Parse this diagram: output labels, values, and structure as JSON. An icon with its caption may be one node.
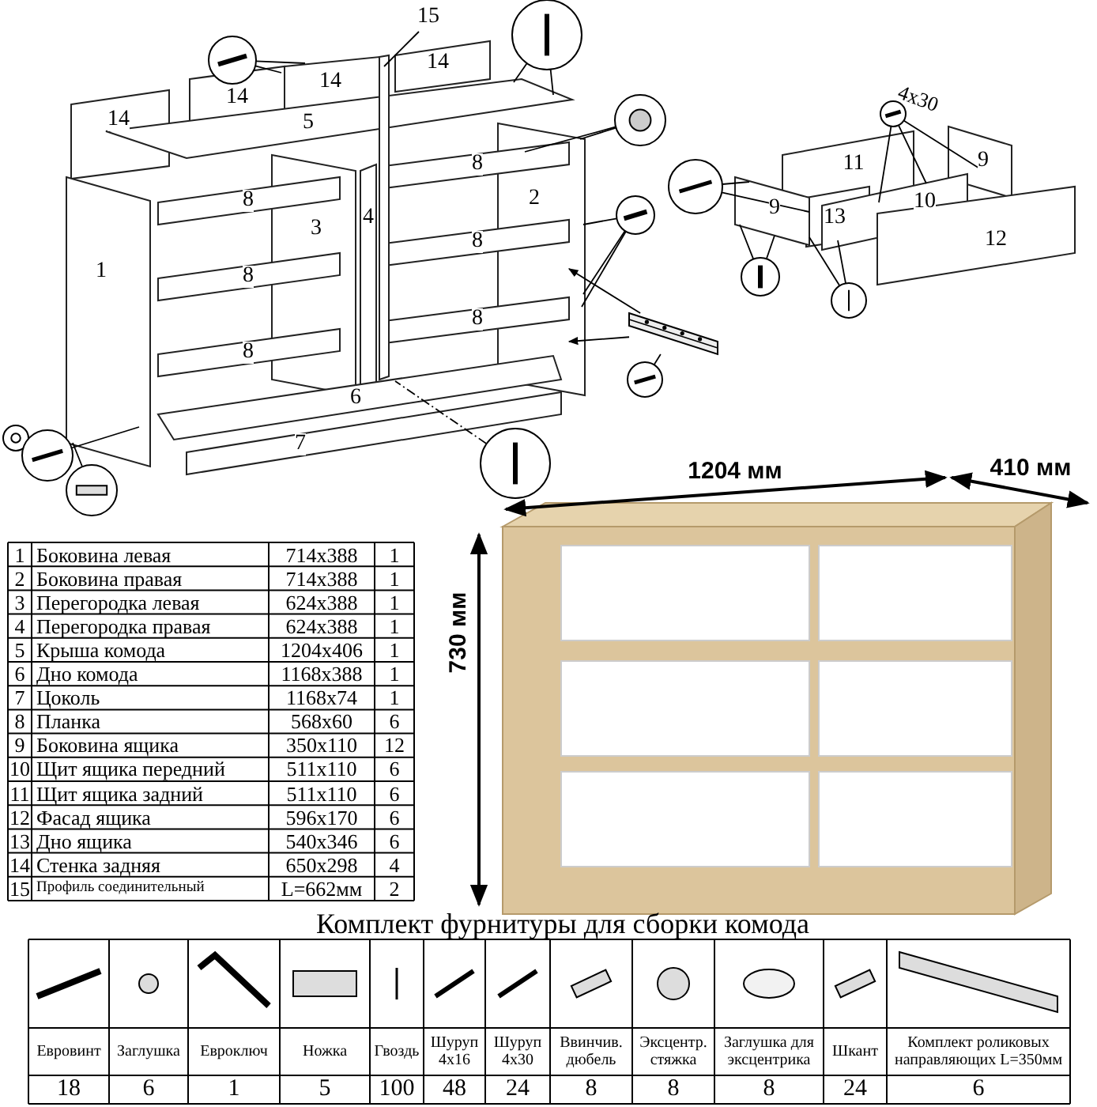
{
  "diagram": {
    "nodes": [
      {
        "text": [],
        "shape": "picture"
      },
      {
        "text": [
          "15"
        ]
      },
      {
        "text": [],
        "shape": "picture"
      },
      {
        "text": [],
        "shape": "picture"
      },
      {
        "text": [],
        "shape": "picture"
      },
      {
        "text": [],
        "shape": "picture"
      },
      {
        "text": [],
        "shape": "picture"
      },
      {
        "text": [],
        "shape": "picture"
      },
      {
        "text": [],
        "shape": "picture"
      },
      {
        "text": [],
        "shape": "picture"
      },
      {
        "text": [],
        "shape": "picture"
      },
      {
        "text": [],
        "shape": "picture"
      },
      {
        "text": [],
        "shape": "picture",
        "beside": [
          "4x30"
        ]
      },
      {
        "text": [],
        "shape": "picture"
      },
      {
        "text": [],
        "shape": "picture"
      },
      {
        "text": [
          "14"
        ]
      },
      {
        "text": [
          "14"
        ]
      },
      {
        "text": [
          "14"
        ]
      },
      {
        "text": [
          "14"
        ]
      },
      {
        "text": [
          "5"
        ]
      },
      {
        "text": [
          "11"
        ]
      },
      {
        "text": [
          "9"
        ]
      },
      {
        "text": [
          "8"
        ]
      },
      {
        "text": [
          "9"
        ]
      },
      {
        "text": [
          "10"
        ]
      },
      {
        "text": [
          "2"
        ]
      },
      {
        "text": [
          "8"
        ]
      },
      {
        "text": [
          "13"
        ]
      },
      {
        "text": [
          "4"
        ]
      },
      {
        "text": [
          "3"
        ]
      },
      {
        "text": [
          "8"
        ]
      },
      {
        "text": [
          "12"
        ]
      },
      {
        "text": [
          "1"
        ]
      },
      {
        "text": [
          "8"
        ]
      },
      {
        "text": [
          "8"
        ]
      },
      {
        "text": [
          "8"
        ]
      },
      {
        "text": [
          "6"
        ]
      },
      {
        "text": [
          "7"
        ]
      },
      {
        "text": [],
        "shape": "bar"
      }
    ],
    "edges": [
      {
        "from": 0,
        "to": 16,
        "arrow": "none"
      },
      {
        "from": 0,
        "to": 17,
        "arrow": "none"
      },
      {
        "from": 1,
        "to": 38,
        "arrow": "none"
      },
      {
        "from": 2,
        "to": 19,
        "arrow": "none"
      },
      {
        "from": 2,
        "to": 19,
        "arrow": "none"
      },
      {
        "from": 3,
        "to": 25,
        "arrow": "none"
      },
      {
        "from": 3,
        "to": 25,
        "arrow": "none"
      },
      {
        "from": 5,
        "to": 25,
        "arrow": "none"
      },
      {
        "from": 5,
        "to": 25,
        "arrow": "none"
      },
      {
        "from": 5,
        "to": 25,
        "arrow": "none"
      },
      {
        "from": 6,
        "to": 25,
        "arrow": "to"
      },
      {
        "from": 6,
        "to": 25,
        "arrow": "to"
      },
      {
        "from": 7,
        "to": 6,
        "arrow": "none"
      },
      {
        "from": 8,
        "to": 36,
        "arrow": "none",
        "style": "dashed"
      },
      {
        "from": 10,
        "to": 32,
        "arrow": "none"
      },
      {
        "from": 11,
        "to": 32,
        "arrow": "none"
      },
      {
        "from": 4,
        "to": 23,
        "arrow": "none"
      },
      {
        "from": 4,
        "to": 23,
        "arrow": "none"
      },
      {
        "from": 12,
        "to": 24,
        "arrow": "none"
      },
      {
        "from": 12,
        "to": 24,
        "arrow": "none"
      },
      {
        "from": 12,
        "to": 21,
        "arrow": "none"
      },
      {
        "from": 13,
        "to": 23,
        "arrow": "none"
      },
      {
        "from": 13,
        "to": 27,
        "arrow": "none"
      },
      {
        "from": 14,
        "to": 23,
        "arrow": "none"
      },
      {
        "from": 14,
        "to": 23,
        "arrow": "none"
      }
    ],
    "labels": [
      "1204 мм",
      "410 мм",
      "730 мм",
      "1",
      "Боковина левая",
      "714x388",
      "1",
      "2",
      "Боковина правая",
      "714x388",
      "1",
      "3",
      "Перегородка левая",
      "624x388",
      "1",
      "4",
      "Перегородка правая",
      "624x388",
      "1",
      "5",
      "Крыша комода",
      "1204x406",
      "1",
      "6",
      "Дно комода",
      "1168x388",
      "1",
      "7",
      "Цоколь",
      "1168x74",
      "1",
      "8",
      "Планка",
      "568x60",
      "6",
      "9",
      "Боковина ящика",
      "350x110",
      "12",
      "10",
      "Щит ящика передний",
      "511x110",
      "6",
      "11",
      "Щит ящика задний",
      "511x110",
      "6",
      "12",
      "Фасад ящика",
      "596x170",
      "6",
      "13",
      "Дно ящика",
      "540x346",
      "6",
      "14",
      "Стенка задняя",
      "650x298",
      "4",
      "15",
      "Профиль соединительный",
      "L=662мм",
      "2",
      "Комплект фурнитуры для сборки комода",
      "Евровинт",
      "Заглушка",
      "Евроключ",
      "Ножка",
      "Гвоздь",
      "Шуруп 4x16",
      "Шуруп 4x30",
      "Ввинчив. дюбель",
      "Эксцентр. стяжка",
      "Заглушка для эксцентрика",
      "Шкант",
      "Комплект роликовых направляющих L=350мм",
      "18",
      "6",
      "1",
      "5",
      "100",
      "48",
      "24",
      "8",
      "8",
      "8",
      "24",
      "6"
    ]
  }
}
